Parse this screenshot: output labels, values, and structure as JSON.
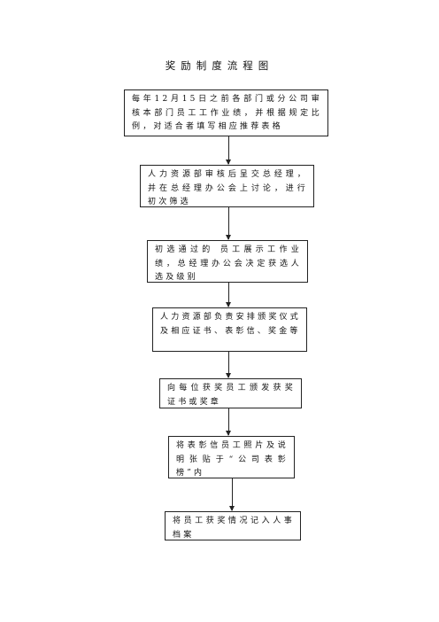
{
  "title": "奖励制度流程图",
  "steps": [
    {
      "text": "每年12月15日之前各部门或分公司审核本部门员工工作业绩，并根据规定比例，对适合者填写相应推荐表格"
    },
    {
      "text": "人力资源部审核后呈交总经理，并在总经理办公会上讨论，进行初次筛选"
    },
    {
      "text": "初选通过的 员工展示工作业绩，总经理办公会决定获选人选及级别"
    },
    {
      "text": "人力资源部负责安排颁奖仪式及相应证书、表彰信、奖金等"
    },
    {
      "text": "向每位获奖员工颁发获奖证书或奖章"
    },
    {
      "text": "将表彰信员工照片及说明张贴于“公司表彰榜”内"
    },
    {
      "text": "将员工获奖情况记入人事档案"
    }
  ]
}
